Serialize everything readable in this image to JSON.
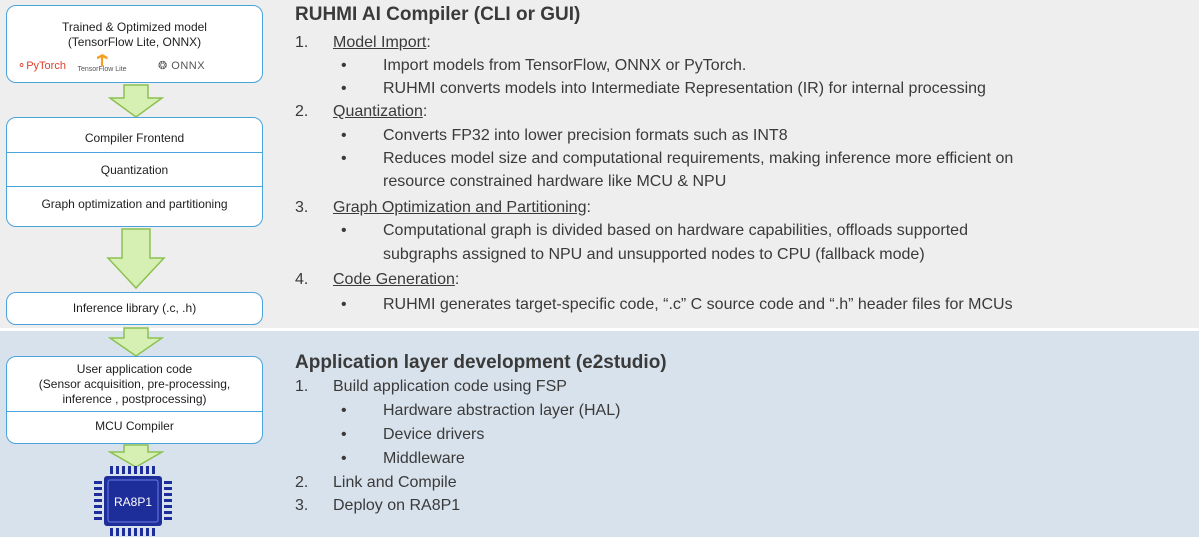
{
  "left": {
    "model_box": {
      "line1": "Trained & Optimized model",
      "line2": "(TensorFlow Lite, ONNX)",
      "logo_pytorch": "PyTorch",
      "logo_tensorflow": "TensorFlow Lite",
      "logo_onnx": "ONNX"
    },
    "compiler_box": {
      "item1": "Compiler Frontend",
      "item2": "Quantization",
      "item3": "Graph optimization and partitioning"
    },
    "library_box": {
      "label": "Inference library (.c, .h)"
    },
    "app_box": {
      "line1": "User application code",
      "line2": "(Sensor acquisition, pre-processing,",
      "line3": "inference , postprocessing)",
      "line4": "MCU Compiler"
    },
    "chip": {
      "label": "RA8P1"
    }
  },
  "colors": {
    "box_border": "#4aa3dd",
    "arrow_fill": "#d6efb2",
    "arrow_stroke": "#8cc152",
    "chip": "#1d2d9a",
    "top_band": "#eeeeee",
    "bottom_band": "#d8e2ec"
  },
  "ruhmi": {
    "title": "RUHMI AI Compiler (CLI or GUI)",
    "steps": [
      {
        "num": "1.",
        "title": "Model Import",
        "suffix": ":",
        "bullets": [
          "Import models from TensorFlow, ONNX or PyTorch.",
          "RUHMI converts models into Intermediate Representation (IR) for internal processing"
        ]
      },
      {
        "num": "2.",
        "title": "Quantization",
        "suffix": ":",
        "bullets": [
          "Converts FP32 into lower precision formats such as INT8",
          "Reduces model size and computational requirements, making inference more efficient on",
          "resource constrained hardware like MCU & NPU"
        ]
      },
      {
        "num": "3.",
        "title": "Graph Optimization and Partitioning",
        "suffix": ":",
        "bullets": [
          "Computational graph is divided based on hardware capabilities, offloads supported",
          "subgraphs assigned to NPU and unsupported nodes to CPU (fallback mode)"
        ]
      },
      {
        "num": "4.",
        "title": "Code Generation",
        "suffix": ":",
        "bullets": [
          "RUHMI generates target-specific code, “.c” C source code and “.h” header files for MCUs"
        ]
      }
    ]
  },
  "app": {
    "title": "Application layer development (e2studio)",
    "step1": {
      "num": "1.",
      "text": "Build application code using FSP",
      "bullets": [
        "Hardware abstraction layer (HAL)",
        "Device drivers",
        "Middleware"
      ]
    },
    "step2": {
      "num": "2.",
      "text": "Link and Compile"
    },
    "step3": {
      "num": "3.",
      "text": "Deploy on RA8P1"
    }
  }
}
